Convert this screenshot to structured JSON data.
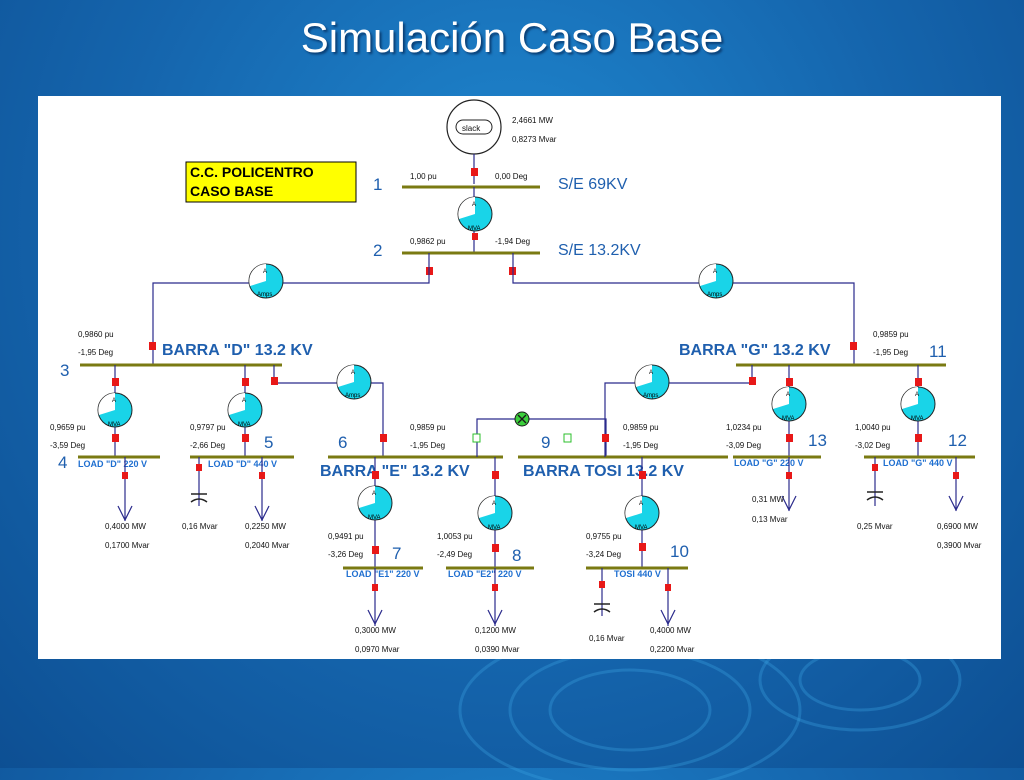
{
  "slide_title": "Simulación  Caso Base",
  "title_box": {
    "line1": "C.C. POLICENTRO",
    "line2": "CASO BASE"
  },
  "slack": {
    "label": "slack",
    "mw": "2,4661 MW",
    "mvar": "0,8273 Mvar"
  },
  "bus_numbers": {
    "b1": "1",
    "b2": "2",
    "b3": "3",
    "b4": "4",
    "b5": "5",
    "b6": "6",
    "b7": "7",
    "b8": "8",
    "b9": "9",
    "b10": "10",
    "b11": "11",
    "b12": "12",
    "b13": "13"
  },
  "substations": {
    "se69": "S/E  69KV",
    "se13": "S/E 13.2KV"
  },
  "bus1": {
    "pu": "1,00 pu",
    "deg": "0,00 Deg"
  },
  "bus2": {
    "pu": "0,9862 pu",
    "deg": "-1,94 Deg"
  },
  "barra_d": {
    "name": "BARRA  \"D\" 13.2 KV",
    "pu": "0,9860 pu",
    "deg": "-1,95 Deg"
  },
  "barra_g": {
    "name": "BARRA \"G\" 13.2 KV",
    "pu": "0,9859 pu",
    "deg": "-1,95 Deg"
  },
  "barra_e": {
    "name": "BARRA \"E\" 13.2 KV",
    "pu": "0,9859 pu",
    "deg": "-1,95 Deg"
  },
  "barra_tosi": {
    "name": "BARRA TOSI 13.2 KV",
    "pu": "0,9859 pu",
    "deg": "-1,95 Deg"
  },
  "load_d220": {
    "name": "LOAD \"D\" 220 V",
    "pu": "0,9659 pu",
    "deg": "-3,59 Deg",
    "mw": "0,4000 MW",
    "mvar": "0,1700 Mvar"
  },
  "load_d440": {
    "name": "LOAD \"D\" 440 V",
    "pu": "0,9797 pu",
    "deg": "-2,66 Deg",
    "cap": "0,16 Mvar",
    "mw": "0,2250 MW",
    "mvar": "0,2040 Mvar"
  },
  "load_e1": {
    "name": "LOAD \"E1\" 220 V",
    "pu": "0,9491 pu",
    "deg": "-3,26 Deg",
    "mw": "0,3000 MW",
    "mvar": "0,0970 Mvar"
  },
  "load_e2": {
    "name": "LOAD \"E2\" 220 V",
    "pu": "1,0053 pu",
    "deg": "-2,49 Deg",
    "mw": "0,1200 MW",
    "mvar": "0,0390 Mvar"
  },
  "tosi440": {
    "name": "TOSI 440 V",
    "pu": "0,9755 pu",
    "deg": "-3,24 Deg",
    "cap": "0,16 Mvar",
    "mw": "0,4000 MW",
    "mvar": "0,2200 Mvar"
  },
  "load_g220": {
    "name": "LOAD \"G\" 220 V",
    "pu": "1,0234 pu",
    "deg": "-3,09 Deg",
    "mw": "0,31 MW",
    "mvar": "0,13 Mvar"
  },
  "load_g440": {
    "name": "LOAD \"G\" 440 V",
    "pu": "1,0040 pu",
    "deg": "-3,02 Deg",
    "cap": "0,25 Mvar",
    "mw": "0,6900 MW",
    "mvar": "0,3900 Mvar"
  },
  "gauge_labels": {
    "a": "A",
    "mva": "MVA",
    "amps": "Amps"
  },
  "colors": {
    "background": "#1565ad",
    "bus": "#7a7a12",
    "breaker": "#e81818",
    "text_blue": "#1f5fae",
    "gauge_fill": "#19d4e8",
    "highlight": "#ffff00"
  }
}
